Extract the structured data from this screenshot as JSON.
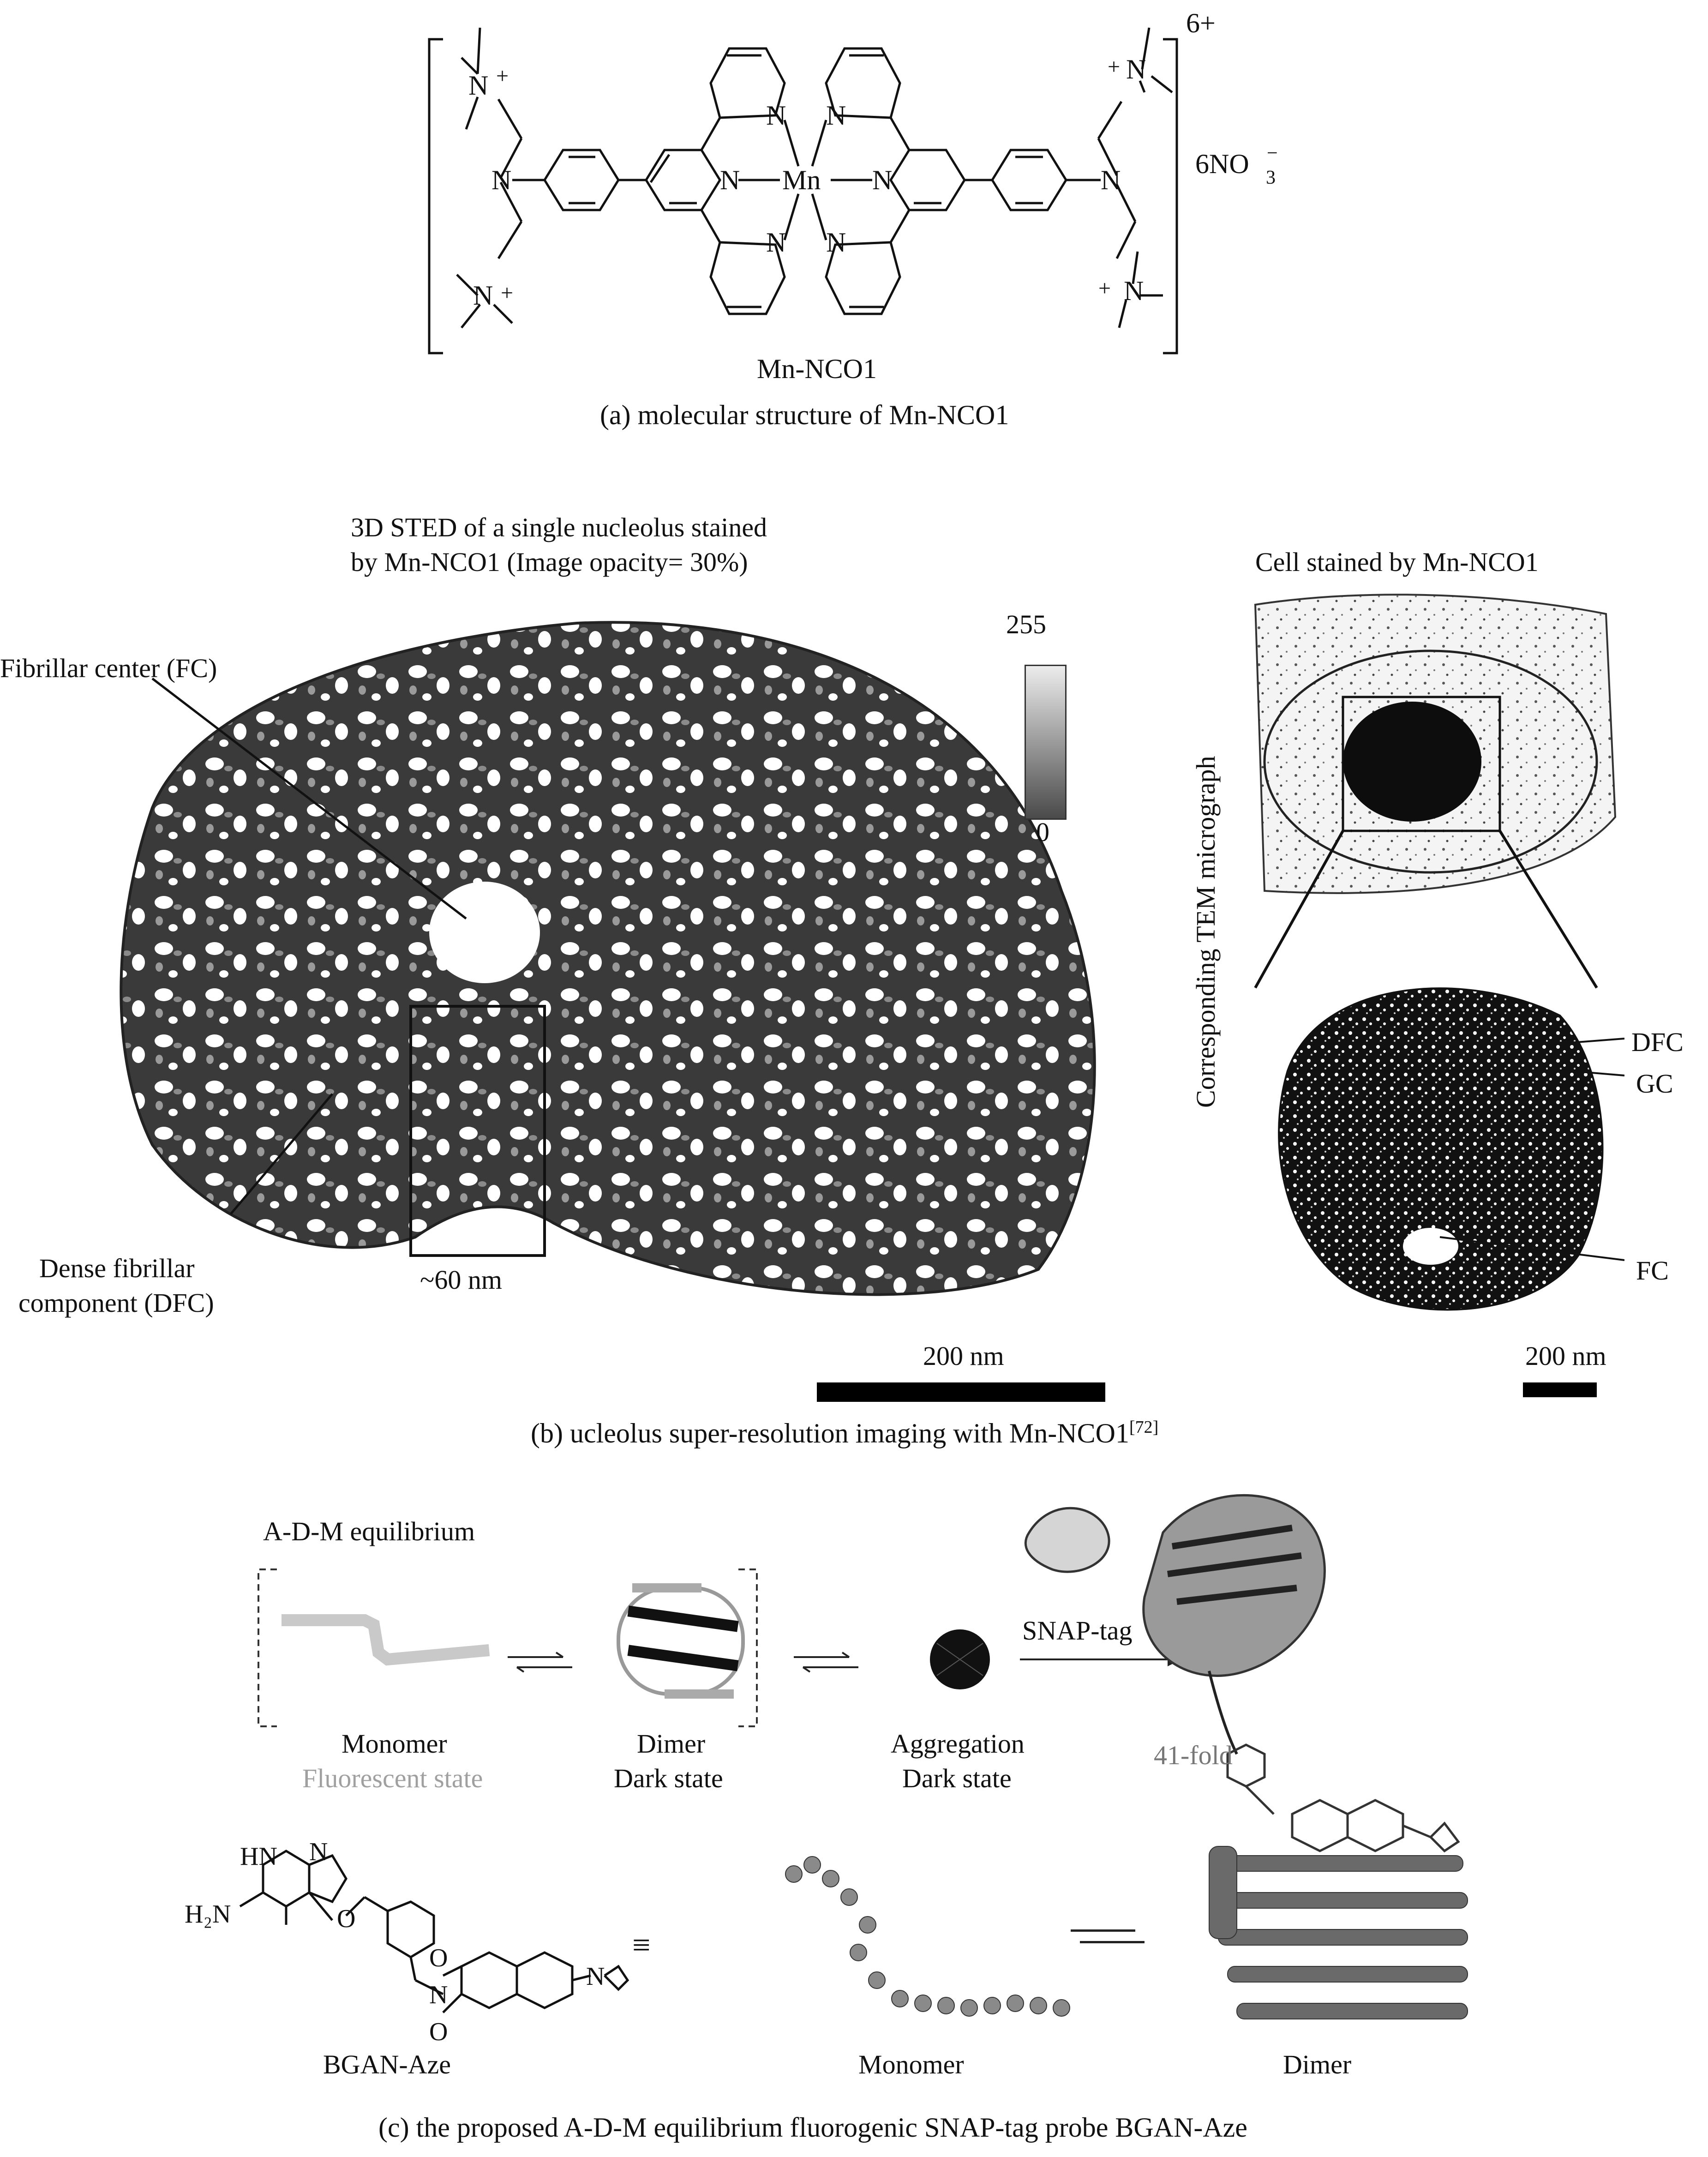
{
  "panel_a": {
    "charge": "6+",
    "counterion_prefix": "6NO",
    "counterion_sub": "3",
    "counterion_sup": "−",
    "metal": "Mn",
    "atom_n": "N",
    "plus": "+",
    "name": "Mn-NCO1",
    "caption": "(a) molecular structure of Mn-NCO1"
  },
  "panel_b": {
    "sted_title_line1": "3D STED of a single nucleolus stained",
    "sted_title_line2": "by Mn-NCO1 (Image opacity= 30%)",
    "label_fc": "Fibrillar center (FC)",
    "label_dfc_line1": "Dense fibrillar",
    "label_dfc_line2": "component (DFC)",
    "label_60nm": "~60 nm",
    "colorbar_max": "255",
    "colorbar_min": "0",
    "scale_left": "200 nm",
    "tem_title": "Cell stained by Mn-NCO1",
    "tem_side_label": "Corresponding TEM micrograph",
    "tem_label_dfc": "DFC",
    "tem_label_gc": "GC",
    "tem_label_fc": "FC",
    "scale_right": "200 nm",
    "caption_main": "(b) ucleolus super-resolution imaging with Mn-NCO1",
    "caption_ref": "[72]"
  },
  "panel_c": {
    "equilibrium_title": "A-D-M equilibrium",
    "monomer_label": "Monomer",
    "monomer_state": "Fluorescent state",
    "dimer_label": "Dimer",
    "dimer_state": "Dark state",
    "aggregation_label": "Aggregation",
    "aggregation_state": "Dark state",
    "snap_tag": "SNAP-tag",
    "fold": "41-fold",
    "hn_label": "HN",
    "n_label": "N",
    "o_label": "O",
    "h2n_label": "H₂N",
    "equiv_sign": "≡",
    "probe_name": "BGAN-Aze",
    "monomer_bottom": "Monomer",
    "dimer_bottom": "Dimer",
    "caption": "(c) the proposed A-D-M equilibrium fluorogenic SNAP-tag probe BGAN-Aze"
  }
}
